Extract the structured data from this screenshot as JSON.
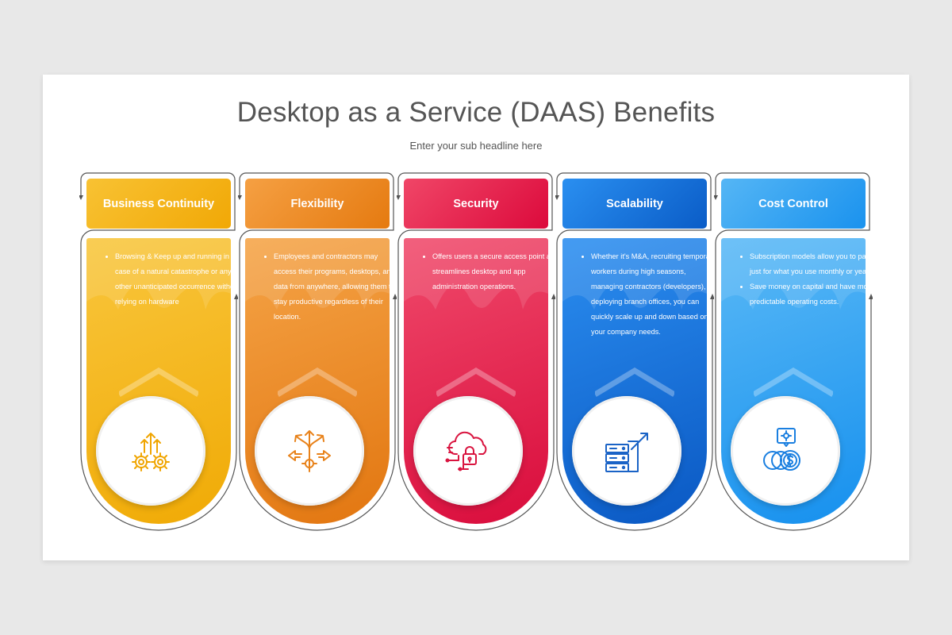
{
  "slide": {
    "title": "Desktop as a Service (DAAS) Benefits",
    "subtitle": "Enter your sub headline here"
  },
  "cards": [
    {
      "title": "Business Continuity",
      "icon": "gears-arrows-icon",
      "colors": {
        "header_from": "#f8c233",
        "header_to": "#f1a806",
        "body_from": "#f9c63d",
        "body_to": "#f0aa05",
        "icon": "#f0a500"
      },
      "bullets": [
        "Browsing & Keep up and running in the case of a natural catastrophe or any other unanticipated occurrence without relying on hardware"
      ]
    },
    {
      "title": "Flexibility",
      "icon": "split-arrows-icon",
      "colors": {
        "header_from": "#f5a043",
        "header_to": "#e57a10",
        "body_from": "#f5a447",
        "body_to": "#e27610",
        "icon": "#e8821a"
      },
      "bullets": [
        "Employees and contractors may access their programs, desktops, and data from anywhere, allowing them to stay productive regardless of their location."
      ]
    },
    {
      "title": "Security",
      "icon": "cloud-lock-icon",
      "colors": {
        "header_from": "#f04667",
        "header_to": "#dc0a3c",
        "body_from": "#f04a6b",
        "body_to": "#d90c3c",
        "icon": "#d9143f"
      },
      "bullets": [
        "Offers users a secure access point and streamlines desktop and app administration operations."
      ]
    },
    {
      "title": "Scalability",
      "icon": "server-growth-icon",
      "colors": {
        "header_from": "#2a8ff0",
        "header_to": "#0a5cc7",
        "body_from": "#2b8ef0",
        "body_to": "#0a58c3",
        "icon": "#1a63c6"
      },
      "bullets": [
        "Whether it's M&A, recruiting temporary workers during high seasons, managing contractors (developers), or deploying branch offices, you can quickly scale up and down based on your company needs."
      ]
    },
    {
      "title": "Cost Control",
      "icon": "coins-gear-icon",
      "colors": {
        "header_from": "#55b6f5",
        "header_to": "#1a92ee",
        "body_from": "#5ab9f6",
        "body_to": "#1690ee",
        "icon": "#1a7fe0"
      },
      "bullets": [
        "Subscription models allow you to pay just for what you use monthly or yearly.",
        "Save money on capital and have more predictable operating costs."
      ]
    }
  ]
}
